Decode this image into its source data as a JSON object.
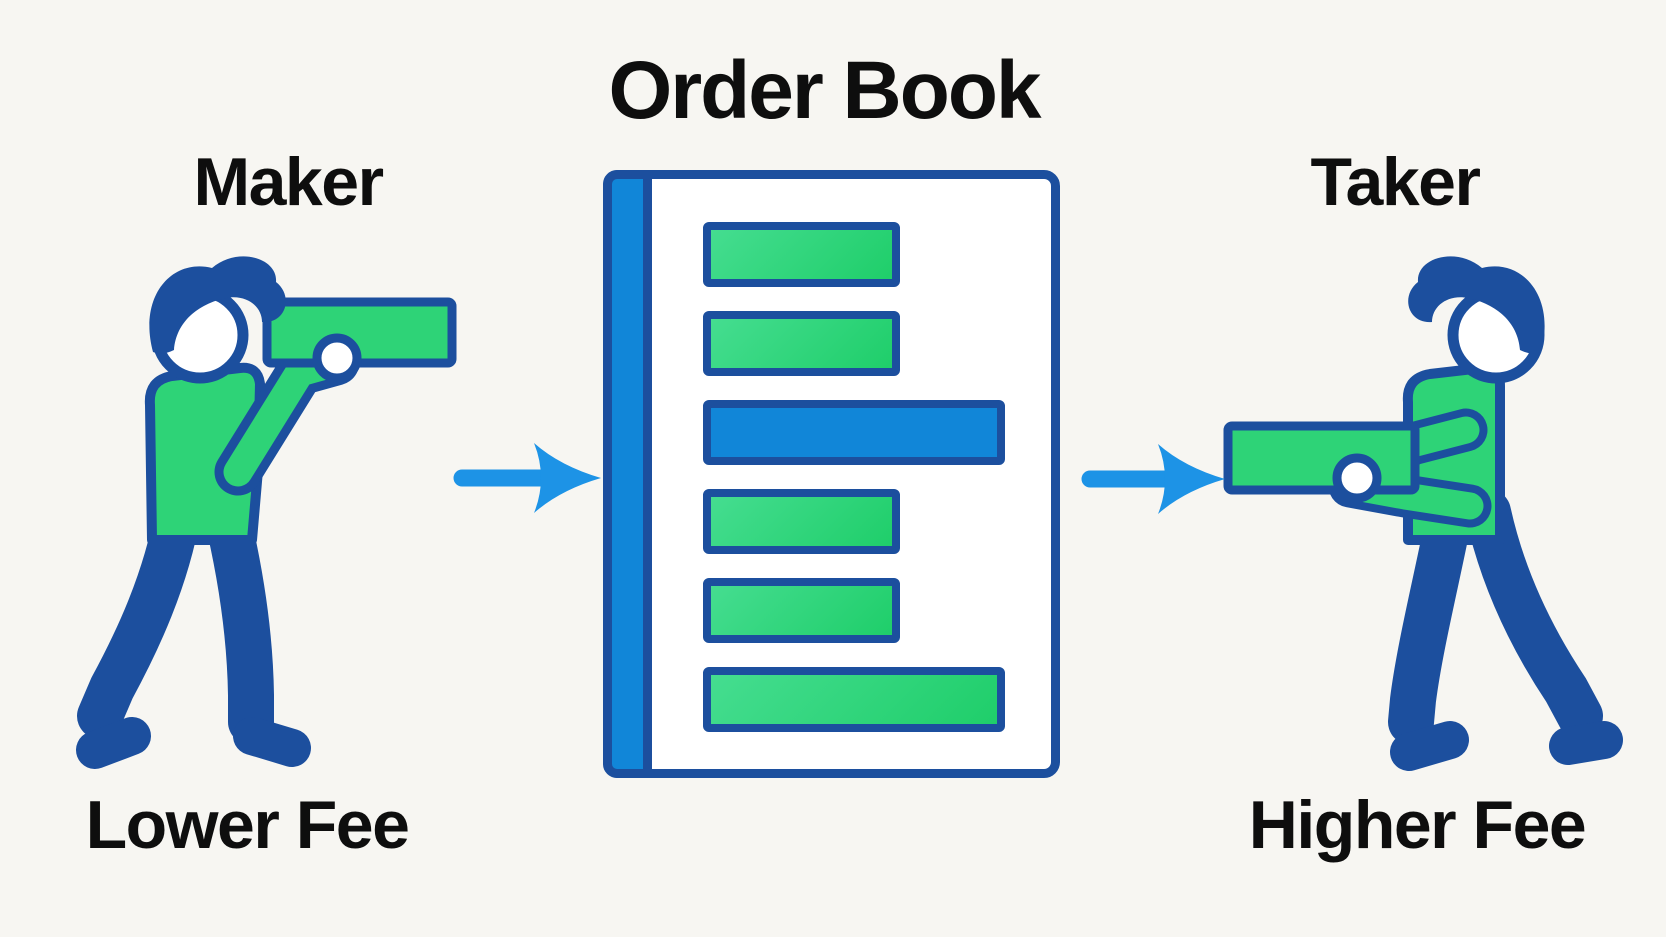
{
  "title": "Order Book",
  "maker": {
    "label": "Maker",
    "fee": "Lower Fee"
  },
  "taker": {
    "label": "Taker",
    "fee": "Higher Fee"
  },
  "order_book": {
    "entries": [
      {
        "color": "green",
        "length": "short"
      },
      {
        "color": "green",
        "length": "short"
      },
      {
        "color": "blue",
        "length": "long"
      },
      {
        "color": "green",
        "length": "short"
      },
      {
        "color": "green",
        "length": "short"
      },
      {
        "color": "green",
        "length": "long"
      }
    ]
  },
  "flow": {
    "left_arrow": "maker-to-order-book",
    "right_arrow": "order-book-to-taker"
  },
  "colors": {
    "green": "#2ed377",
    "green_light": "#45dd90",
    "green_deep": "#1fce6a",
    "blue": "#1186d8",
    "navy": "#1c4f9e",
    "outline": "#154a94",
    "arrow": "#1d93e6",
    "bg": "#f7f6f2",
    "ink": "#0e0e0e",
    "white": "#ffffff"
  }
}
